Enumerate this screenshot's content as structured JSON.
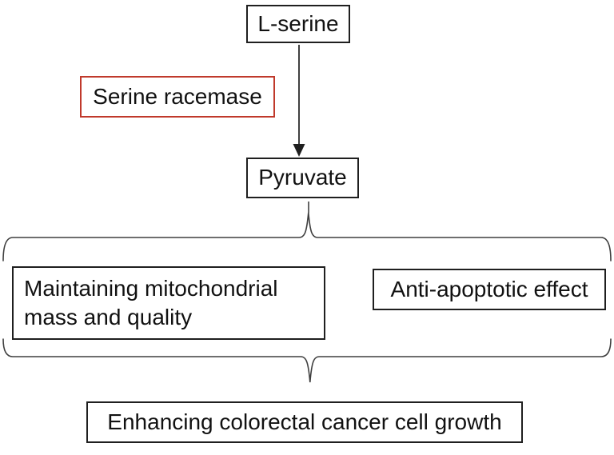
{
  "figure": {
    "background": "#ffffff",
    "nodes": {
      "substrate": {
        "label": "L-serine"
      },
      "enzyme": {
        "label": "Serine racemase",
        "border_color": "#c0392b"
      },
      "product": {
        "label": "Pyruvate"
      },
      "effect_left": {
        "label": "Maintaining mitochondrial mass and quality"
      },
      "effect_right": {
        "label": "Anti-apoptotic effect"
      },
      "outcome": {
        "label": "Enhancing colorectal cancer cell growth"
      }
    },
    "connections": {
      "arrow": "L-serine to Pyruvate",
      "upper_brace": "Pyruvate branches to both effects",
      "lower_brace": "Both effects converge to outcome"
    },
    "colors": {
      "box_border": "#1f1f1f",
      "enzyme_border": "#c0392b",
      "connector_line": "#3f3f3f",
      "arrow": "#1f1f1f",
      "text": "#111111"
    }
  }
}
